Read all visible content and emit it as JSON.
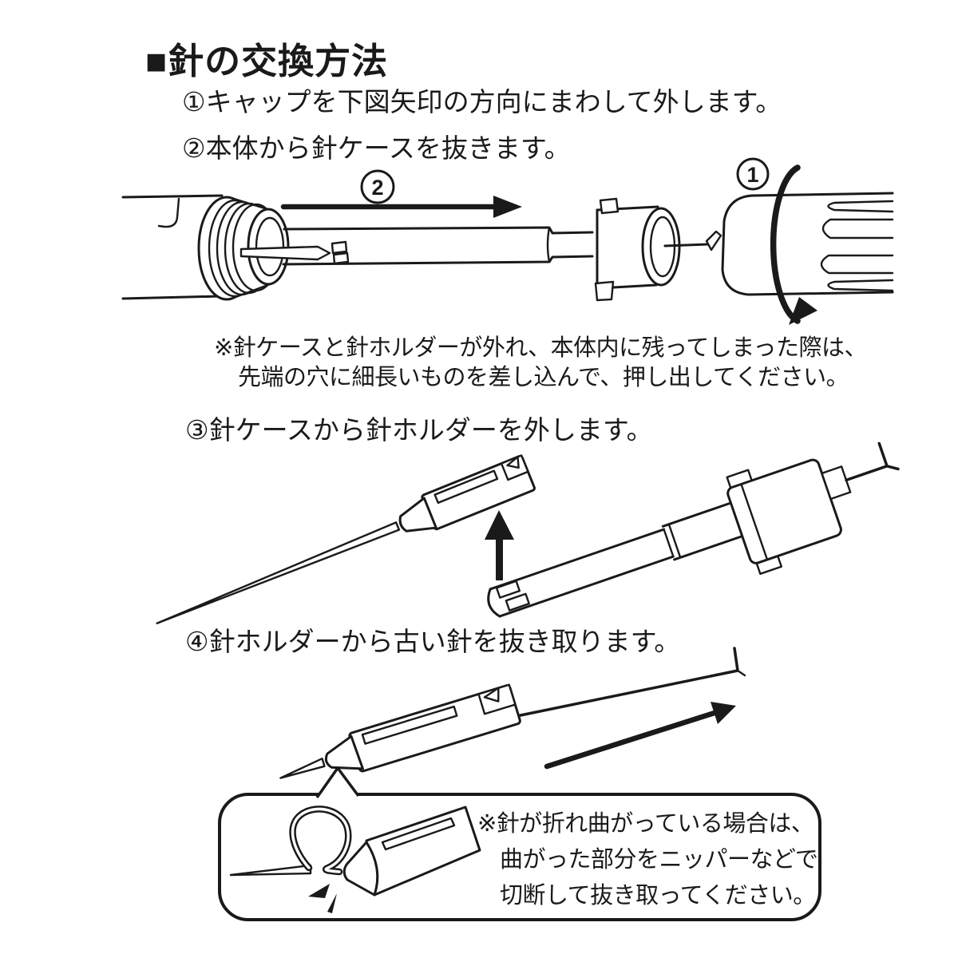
{
  "page": {
    "background": "#ffffff",
    "ink_color": "#1a1a1a",
    "language": "ja",
    "document_type": "instruction-manual-section"
  },
  "title": "■針の交換方法",
  "steps": [
    {
      "label": "①キャップを下図矢印の方向にまわして外します。"
    },
    {
      "label": "②本体から針ケースを抜きます。"
    },
    {
      "label": "③針ケースから針ホルダーを外します。"
    },
    {
      "label": "④針ホルダーから古い針を抜き取ります。"
    }
  ],
  "note": {
    "line1": "※針ケースと針ホルダーが外れ、本体内に残ってしまった際は、",
    "line2": "先端の穴に細長いものを差し込んで、押し出してください。"
  },
  "diagram1": {
    "rotate_cap_label": "1",
    "pull_case_label": "2"
  },
  "callout": {
    "line1": "※針が折れ曲がっている場合は、",
    "line2": "曲がった部分をニッパーなどで",
    "line3": "切断して抜き取ってください。"
  }
}
